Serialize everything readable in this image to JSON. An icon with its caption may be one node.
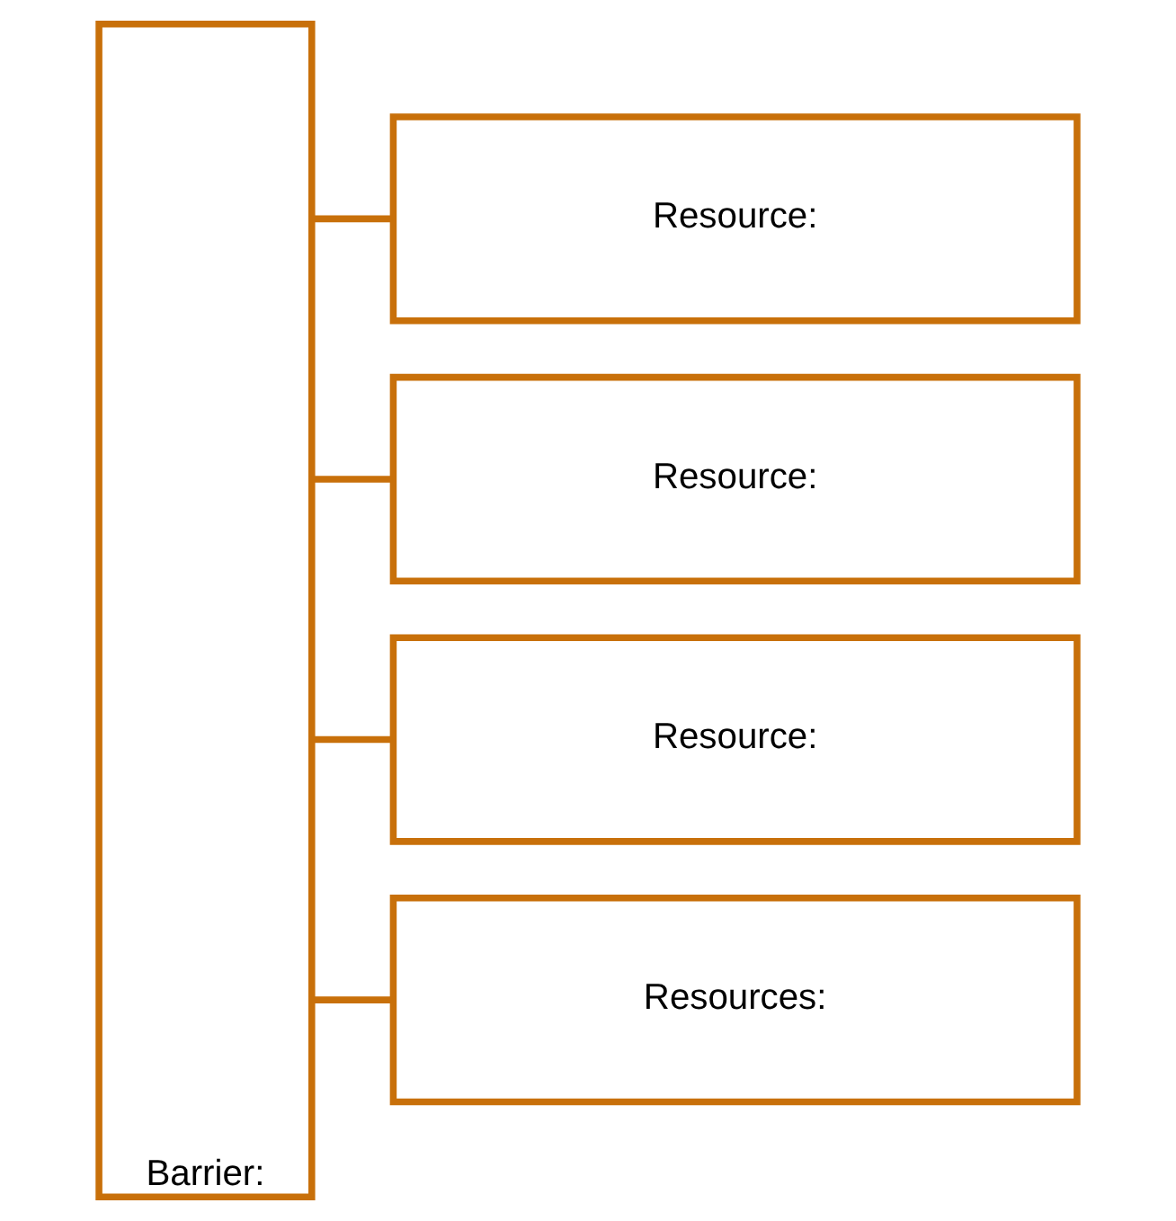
{
  "diagram": {
    "nodes": [
      {
        "text": [
          "Barrier:"
        ]
      },
      {
        "text": [
          "Resource:"
        ]
      },
      {
        "text": [
          "Resource:"
        ]
      },
      {
        "text": [
          "Resource:"
        ]
      },
      {
        "text": [
          "Resources:"
        ]
      }
    ],
    "edges": [
      {
        "from": 0,
        "to": 1,
        "arrow": "none"
      },
      {
        "from": 0,
        "to": 2,
        "arrow": "none"
      },
      {
        "from": 0,
        "to": 3,
        "arrow": "none"
      },
      {
        "from": 0,
        "to": 4,
        "arrow": "none"
      }
    ]
  }
}
